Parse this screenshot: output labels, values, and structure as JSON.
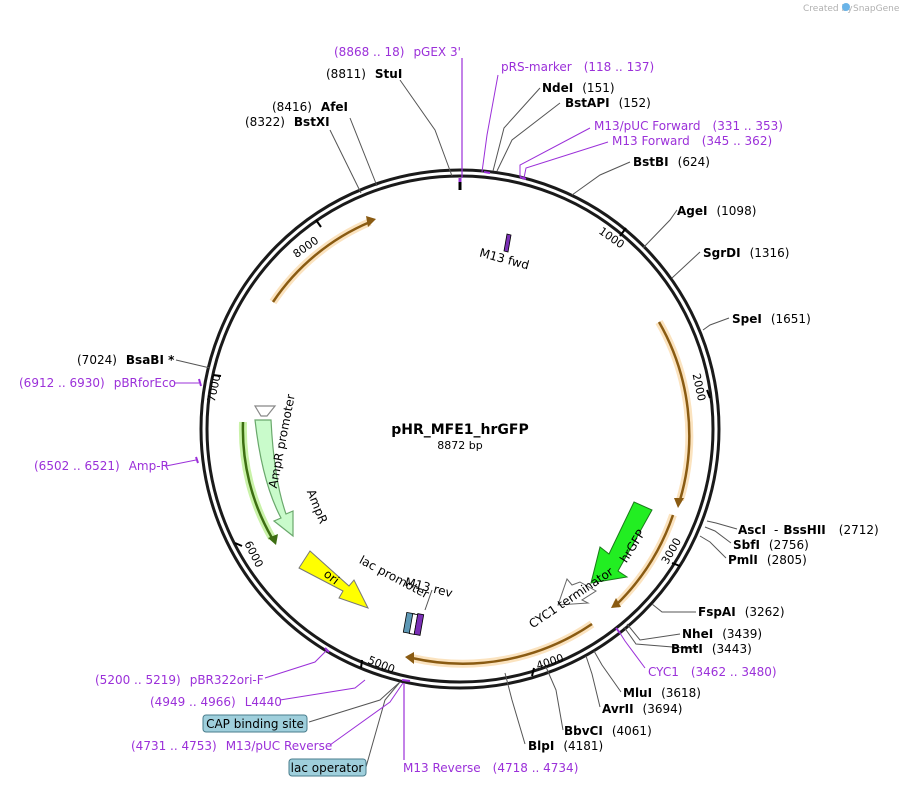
{
  "credit": {
    "prefix": "Created by",
    "brand": "SnapGene"
  },
  "plasmid": {
    "name": "pHR_MFE1_hrGFP",
    "size_label": "8872 bp"
  },
  "ticks": [
    "1000",
    "2000",
    "3000",
    "4000",
    "5000",
    "6000",
    "7000",
    "8000"
  ],
  "enzymes": [
    {
      "pos": "(8811)",
      "name": "StuI"
    },
    {
      "pos": "(8416)",
      "name": "AfeI"
    },
    {
      "pos": "(8322)",
      "name": "BstXI"
    },
    {
      "name": "NdeI",
      "pos": "(151)"
    },
    {
      "name": "BstAPI",
      "pos": "(152)"
    },
    {
      "name": "BstBI",
      "pos": "(624)"
    },
    {
      "name": "AgeI",
      "pos": "(1098)"
    },
    {
      "name": "SgrDI",
      "pos": "(1316)"
    },
    {
      "name": "SpeI",
      "pos": "(1651)"
    },
    {
      "pos": "(7024)",
      "name": "BsaBI *"
    },
    {
      "name": "AscI",
      "pos": "(2712)"
    },
    {
      "name": "BssHII",
      "pos": ""
    },
    {
      "name": "SbfI",
      "pos": "(2756)"
    },
    {
      "name": "PmlI",
      "pos": "(2805)"
    },
    {
      "name": "FspAI",
      "pos": "(3262)"
    },
    {
      "name": "NheI",
      "pos": "(3439)"
    },
    {
      "name": "BmtI",
      "pos": "(3443)"
    },
    {
      "name": "MluI",
      "pos": "(3618)"
    },
    {
      "name": "AvrII",
      "pos": "(3694)"
    },
    {
      "name": "BbvCI",
      "pos": "(4061)"
    },
    {
      "name": "BlpI",
      "pos": "(4181)"
    }
  ],
  "primers": [
    {
      "range": "(8868 .. 18)",
      "name": "pGEX 3'"
    },
    {
      "name": "pRS-marker",
      "range": "(118 .. 137)"
    },
    {
      "name": "M13/pUC Forward",
      "range": "(331 .. 353)"
    },
    {
      "name": "M13 Forward",
      "range": "(345 .. 362)"
    },
    {
      "range": "(6912 .. 6930)",
      "name": "pBRforEco"
    },
    {
      "range": "(6502 .. 6521)",
      "name": "Amp-R"
    },
    {
      "name": "CYC1",
      "range": "(3462 .. 3480)"
    },
    {
      "range": "(5200 .. 5219)",
      "name": "pBR322ori-F"
    },
    {
      "range": "(4949 .. 4966)",
      "name": "L4440"
    },
    {
      "range": "(4731 .. 4753)",
      "name": "M13/pUC Reverse"
    },
    {
      "name": "M13 Reverse",
      "range": "(4718 .. 4734)"
    }
  ],
  "boxed_features": [
    {
      "name": "CAP binding site"
    },
    {
      "name": "lac operator"
    }
  ],
  "inner_features": [
    {
      "name": "M13 fwd"
    },
    {
      "name": "AmpR promoter"
    },
    {
      "name": "AmpR"
    },
    {
      "name": "ori"
    },
    {
      "name": "lac promoter"
    },
    {
      "name": "M13 rev"
    },
    {
      "name": "CYC1 terminator"
    },
    {
      "name": "hrGFP"
    }
  ],
  "colors": {
    "backbone": "#1a1a1a",
    "orf_arrow": "#f4a81d",
    "primer": "#9b30d9",
    "ampr": "#c9fbcb",
    "ampr_stroke": "#6aa86c",
    "ori": "#ffff00",
    "hrgfp": "#22ee22",
    "terminator": "#ffffff",
    "box_fill": "#9fcfdc"
  }
}
